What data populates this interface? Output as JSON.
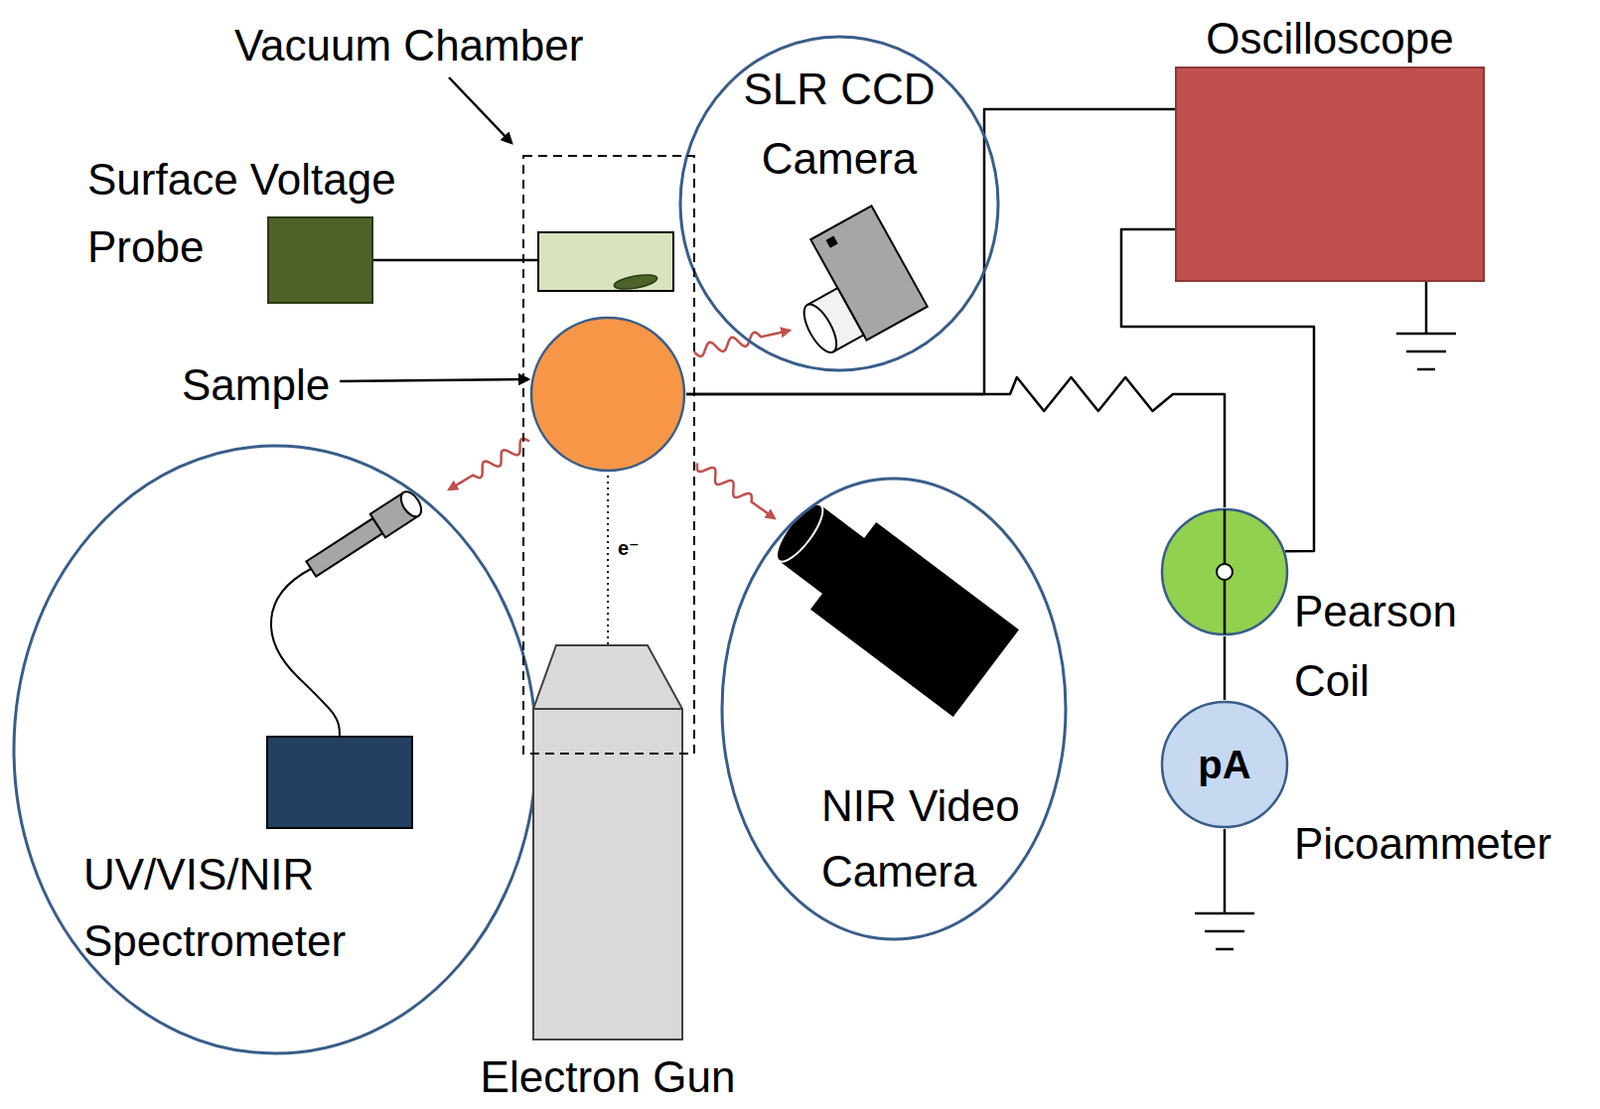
{
  "diagram": {
    "nodes": [
      {
        "text": [
          "Vacuum Chamber"
        ]
      },
      {
        "text": [
          "SLR CCD Camera"
        ]
      },
      {
        "text": [
          "Surface Voltage Probe"
        ]
      },
      {
        "text": [
          "Oscilloscope"
        ]
      },
      {
        "text": [
          "Sample"
        ],
        "in": 0
      },
      {
        "text": [
          "UV/VIS/NIR Spectrometer"
        ]
      },
      {
        "text": [
          "NIR Video Camera"
        ]
      },
      {
        "text": [
          "Pearson Coil"
        ]
      },
      {
        "text": [
          "pA",
          "Picoammeter"
        ]
      },
      {
        "text": [
          "Electron Gun"
        ]
      }
    ],
    "edges": [
      {
        "from": 4,
        "to": 1,
        "arrow": "to"
      },
      {
        "from": 4,
        "to": 5,
        "arrow": "to"
      },
      {
        "from": 4,
        "to": 6,
        "arrow": "to"
      },
      {
        "from": 9,
        "to": 4,
        "arrow": "none"
      },
      {
        "from": 4,
        "to": 3,
        "arrow": "none"
      },
      {
        "from": 4,
        "to": 7,
        "arrow": "none"
      },
      {
        "from": 7,
        "to": 3,
        "arrow": "none"
      },
      {
        "from": 7,
        "to": 8,
        "arrow": "none"
      }
    ],
    "labels": [
      "e⁻"
    ]
  }
}
